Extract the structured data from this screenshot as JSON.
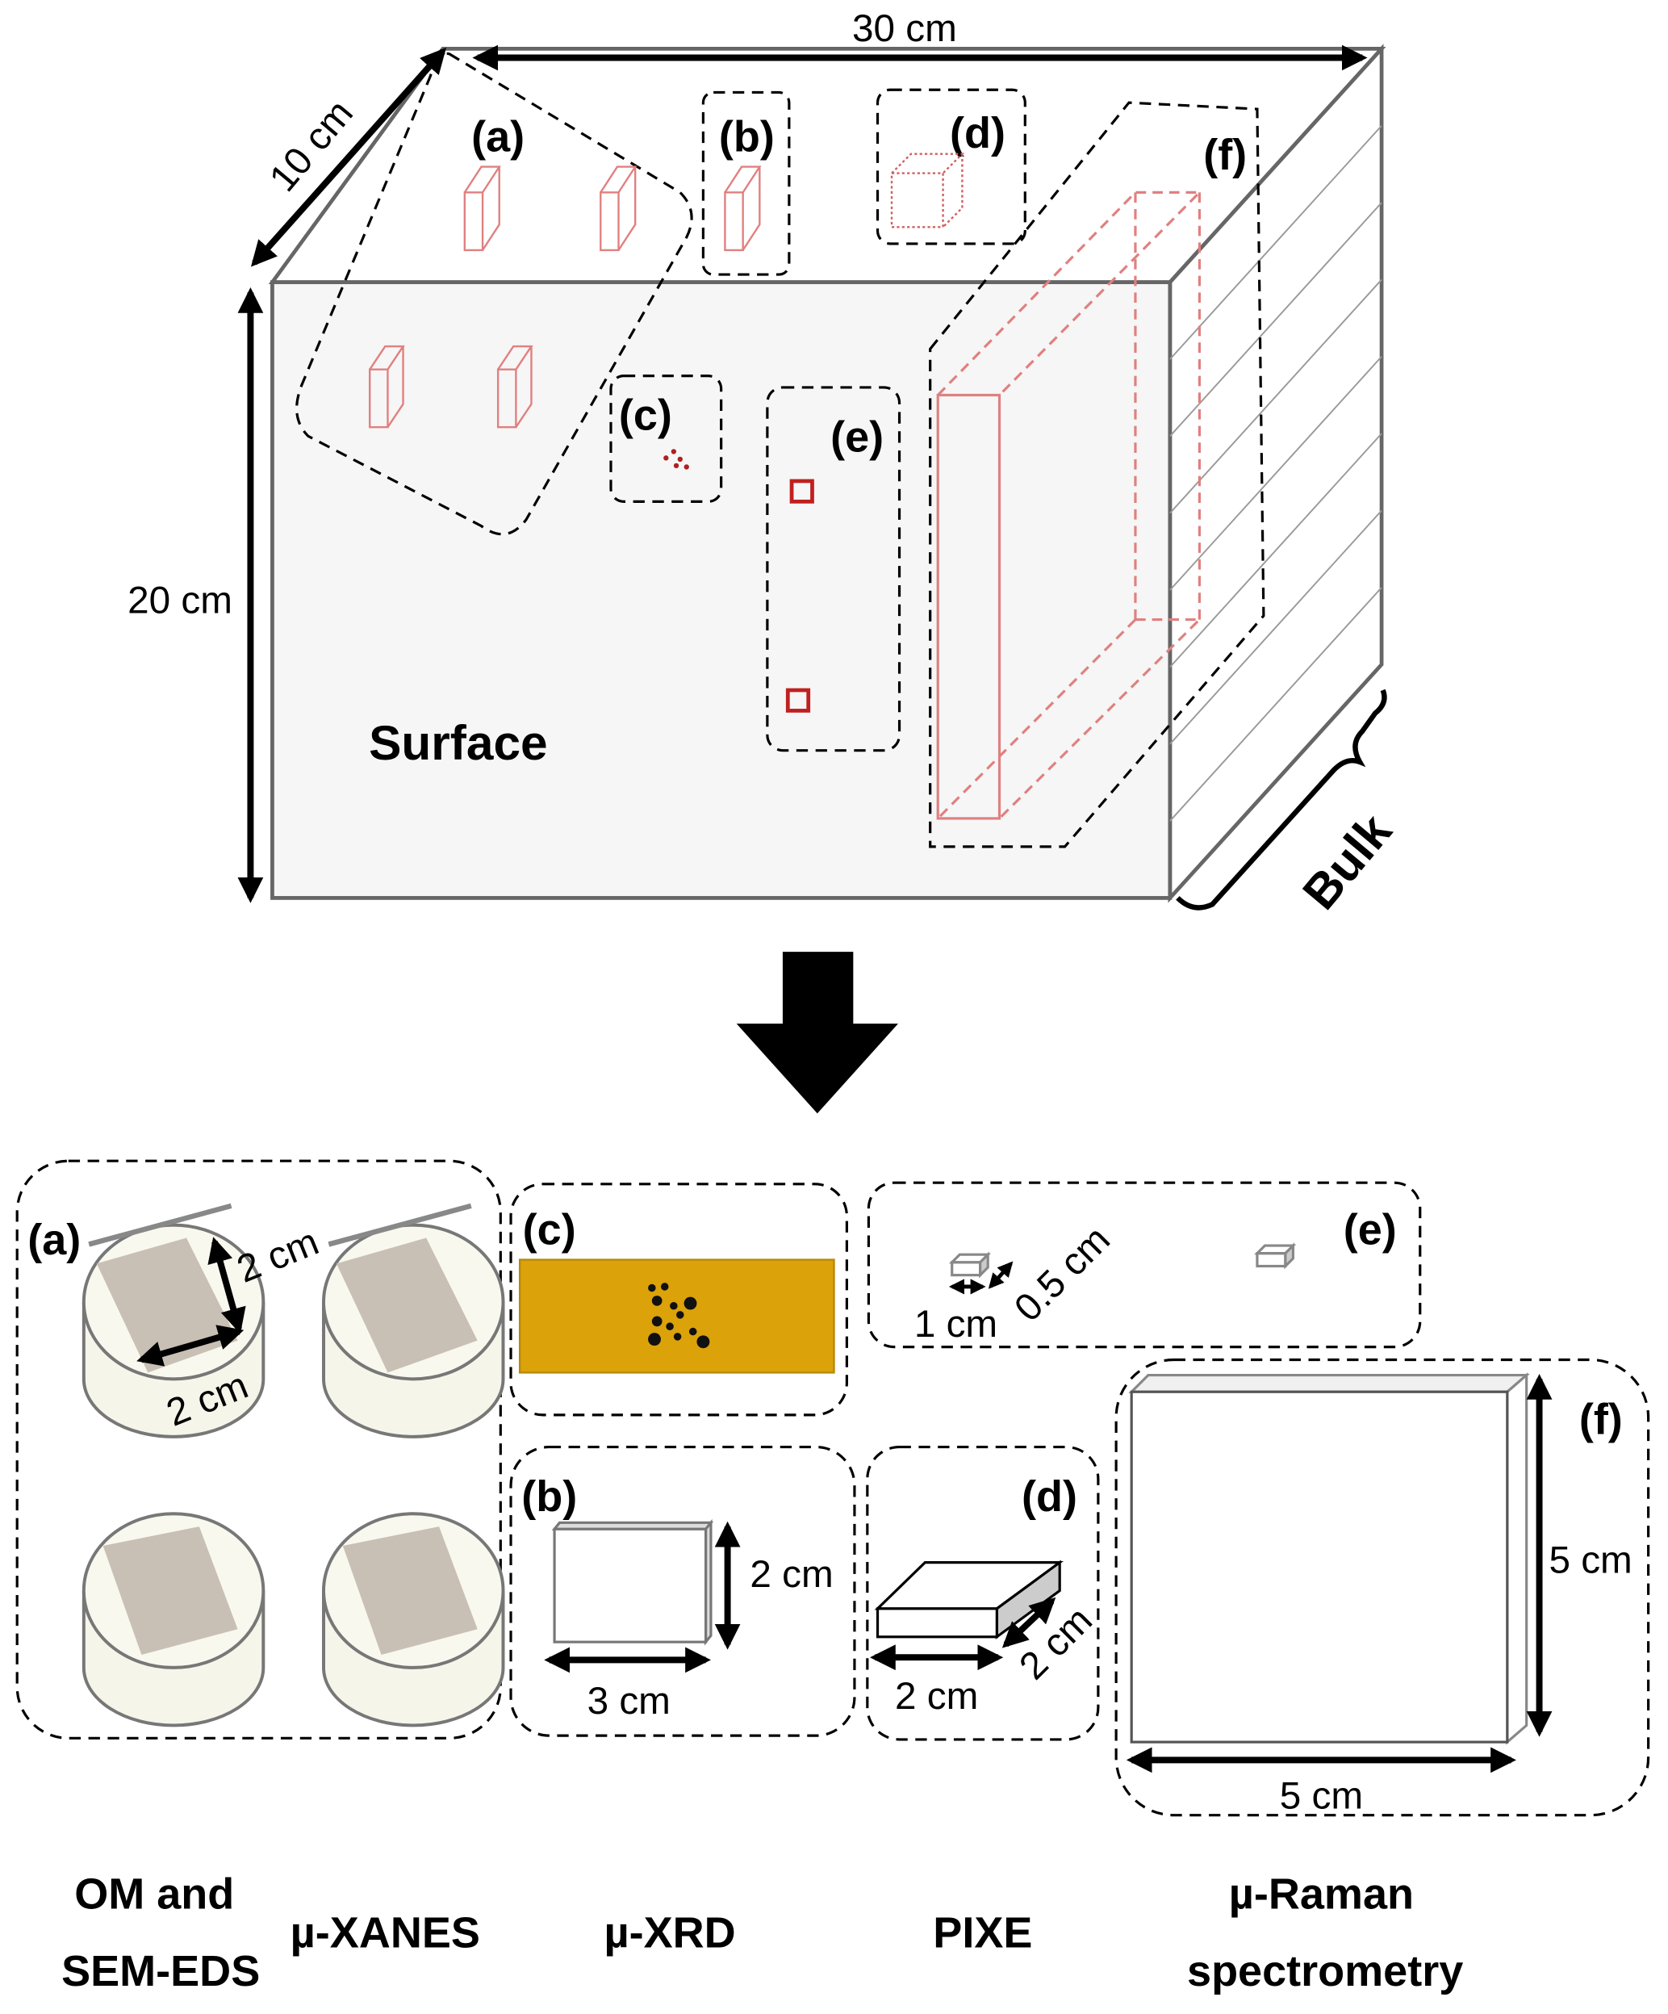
{
  "top_block": {
    "dimensions": {
      "width": "30 cm",
      "depth": "10 cm",
      "height": "20 cm"
    },
    "face_labels": {
      "front": "Surface",
      "side": "Bulk"
    },
    "region_labels": [
      "(a)",
      "(b)",
      "(c)",
      "(d)",
      "(e)",
      "(f)"
    ]
  },
  "samples": {
    "a": {
      "label": "(a)",
      "dims": [
        "2 cm",
        "2 cm"
      ]
    },
    "b": {
      "label": "(b)",
      "dims": [
        "2 cm",
        "3 cm"
      ]
    },
    "c": {
      "label": "(c)"
    },
    "d": {
      "label": "(d)",
      "dims": [
        "2 cm",
        "2 cm"
      ]
    },
    "e": {
      "label": "(e)",
      "dims": [
        "1 cm",
        "0.5 cm"
      ]
    },
    "f": {
      "label": "(f)",
      "dims": [
        "5 cm",
        "5 cm"
      ]
    }
  },
  "colors": {
    "sample_c_strip": "#DBA20A",
    "cut_lines": "#E08080",
    "block_face": "#F6F6F6"
  },
  "techniques": [
    {
      "line1": "OM and",
      "line2": "SEM-EDS"
    },
    {
      "line1": "µ-XANES"
    },
    {
      "line1": "µ-XRD"
    },
    {
      "line1": "PIXE"
    },
    {
      "line1": "µ-Raman",
      "line2": "spectrometry"
    }
  ]
}
